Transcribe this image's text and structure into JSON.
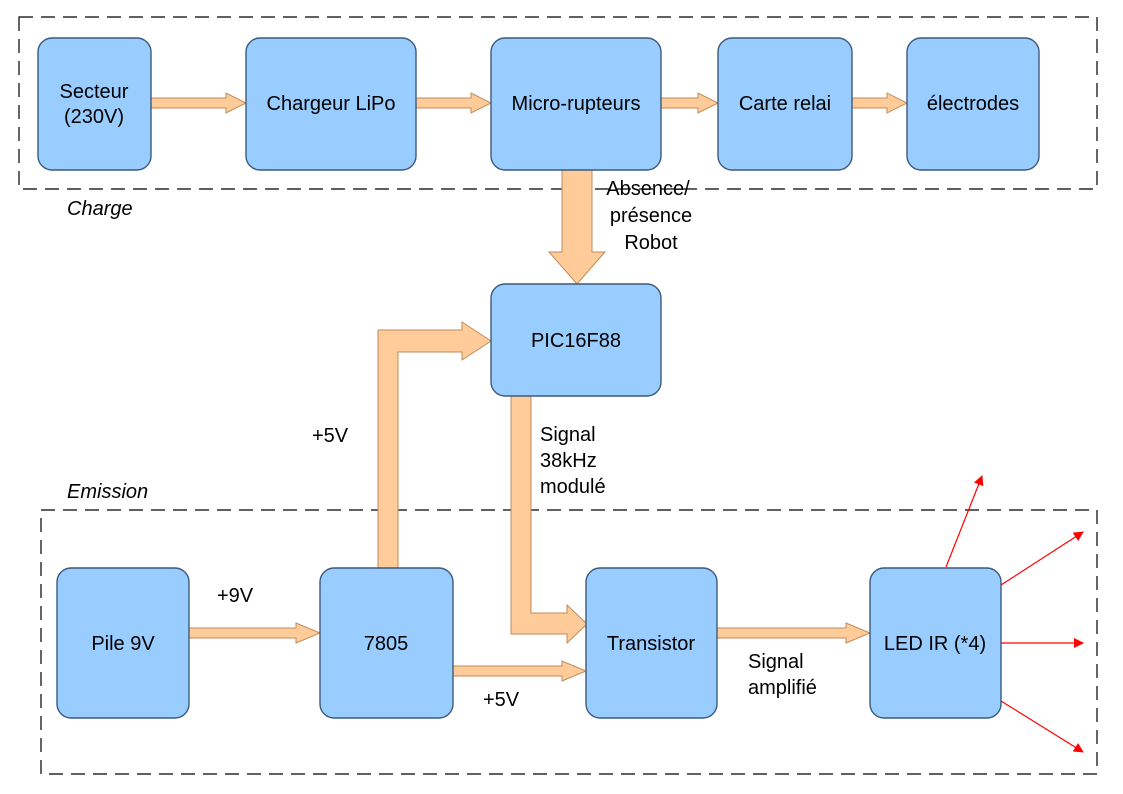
{
  "regions": {
    "charge": "Charge",
    "emission": "Emission"
  },
  "blocks": {
    "secteur": [
      "Secteur",
      "(230V)"
    ],
    "chargeur": "Chargeur LiPo",
    "micro": "Micro-rupteurs",
    "carte": "Carte relai",
    "electrodes": "électrodes",
    "pic": "PIC16F88",
    "pile": "Pile 9V",
    "reg": "7805",
    "transistor": "Transistor",
    "led": "LED IR (*4)"
  },
  "labels": {
    "presence": [
      "Absence/",
      "présence",
      "Robot"
    ],
    "signal_mod": [
      "Signal",
      "38kHz",
      "modulé"
    ],
    "plus5v_top": "+5V",
    "plus9v": "+9V",
    "plus5v_bottom": "+5V",
    "signal_amp": [
      "Signal",
      "amplifié"
    ]
  },
  "colors": {
    "block_fill": "#99ccff",
    "arrow_fill": "#ffcc99",
    "ray": "#ff0000"
  }
}
